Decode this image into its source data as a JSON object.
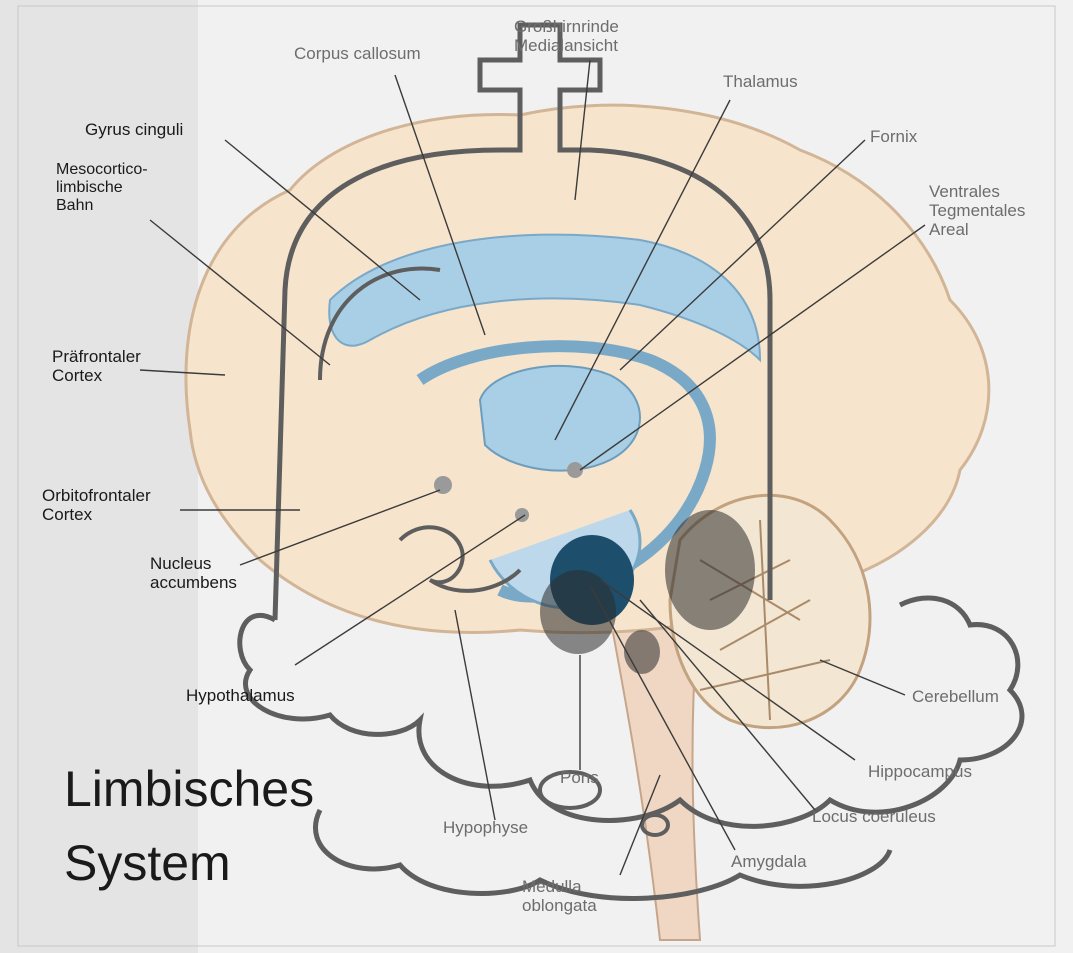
{
  "title": {
    "line1": "Limbisches",
    "line2": "System"
  },
  "labels": {
    "grosshirnrinde": "Großhirnrinde\nMedialansicht",
    "corpus_callosum": "Corpus callosum",
    "thalamus": "Thalamus",
    "gyrus_cinguli": "Gyrus cinguli",
    "fornix": "Fornix",
    "mesocortico": "Mesocortico-\nlimbische\nBahn",
    "vta": "Ventrales\nTegmentales\nAreal",
    "praefrontaler": "Präfrontaler\nCortex",
    "orbitofrontaler": "Orbitofrontaler\nCortex",
    "nucleus": "Nucleus\naccumbens",
    "hypothalamus": "Hypothalamus",
    "cerebellum": "Cerebellum",
    "hippocampus": "Hippocampus",
    "pons": "Pons",
    "hypophyse": "Hypophyse",
    "locus": "Locus coeruleus",
    "amygdala": "Amygdala",
    "medulla": "Medulla\noblongata"
  },
  "colors": {
    "cortex": "#f7e4cc",
    "limbic_blue": "#a9cfe6",
    "overlay_stroke": "#5e5e5e",
    "amygdala_dark": "#1d4e6b",
    "left_panel": "#e4e4e4",
    "right_panel": "#f1f1f1"
  }
}
